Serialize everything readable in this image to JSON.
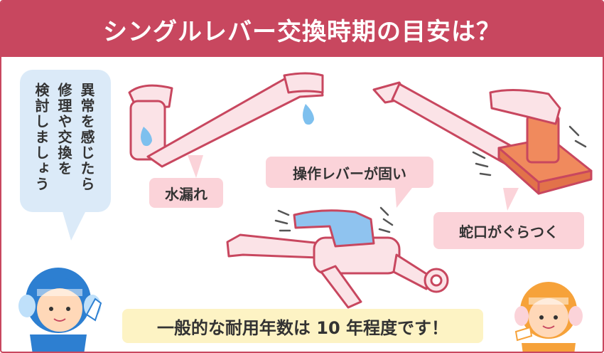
{
  "title": "シングルレバー交換時期の目安は？",
  "advice": {
    "col1": "異常を感じたら",
    "col2": "修理や交換を",
    "col3": "検討しましょう"
  },
  "labels": {
    "leak": "水漏れ",
    "stiff_lever": "操作レバーが固い",
    "wobbly_faucet": "蛇口がぐらつく"
  },
  "footer": "一般的な耐用年数は 10 年程度です！",
  "colors": {
    "brand": "#c8475f",
    "bubble_pink": "#fbd3d9",
    "bubble_blue": "#dbeaf8",
    "footer_bg": "#fdf3c4",
    "lever_blue": "#8fc3ef",
    "base_orange": "#f08a5d",
    "water_drop": "#7ec0ee"
  }
}
